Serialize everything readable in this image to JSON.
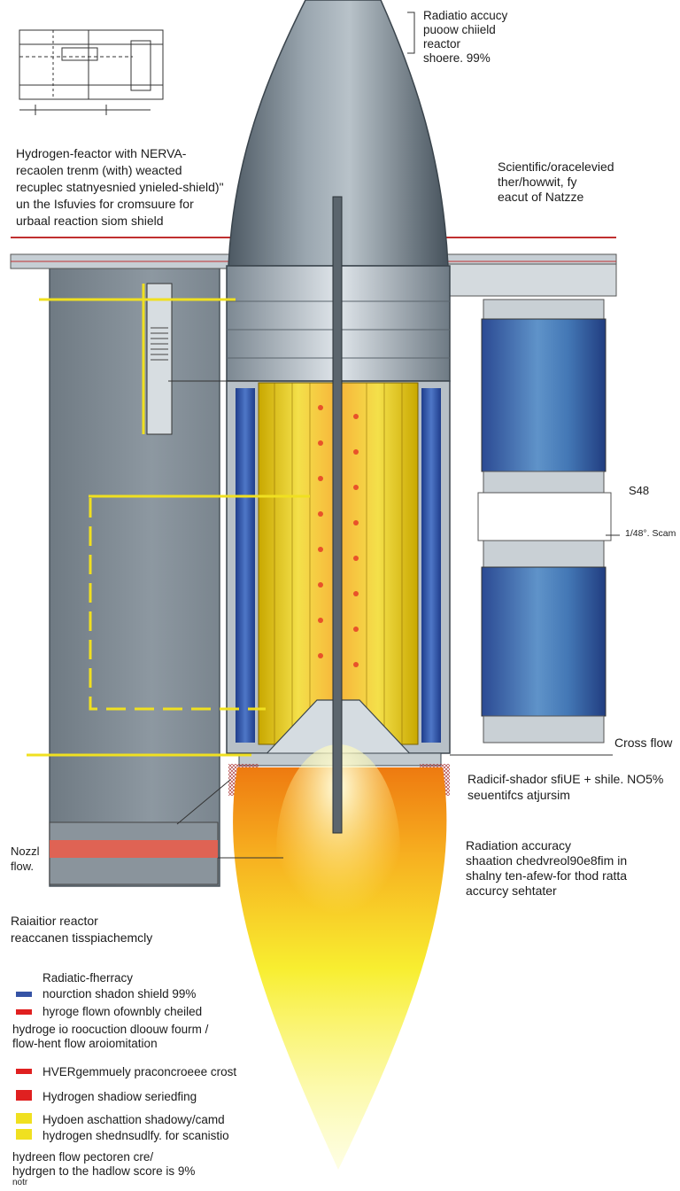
{
  "top_right_note": [
    "Radiatio accucy",
    "puoow chiield",
    "reactor",
    "shoere. 99%"
  ],
  "left_intro": [
    "Hydrogen-feactor with NERVA-",
    "recaolen trenm (with) weacted",
    "recuplec statnyesnied ynieled-shield)\"",
    "un the Isfuvies for cromsuure for",
    "urbaal reaction siom shield"
  ],
  "right_intro": [
    "Scientific/oracelevied",
    "ther/howwit, fy",
    "eacut of Natzze"
  ],
  "dimension_main": "S48",
  "dimension_sub": "1/48°. Scam",
  "cross_flow": "Cross flow",
  "mid_right_note": [
    "Radicif-shador sfiUE + shile. NO5%",
    "seuentifcs atjursim"
  ],
  "nozzle_label": [
    "Nozzl",
    "flow."
  ],
  "lower_right_note": [
    "Radiation accuracy",
    "shaation chedvreol90e8fim in",
    "shalny ten-afew-for thod ratta",
    "accurcy sehtater"
  ],
  "lower_left_note": [
    "Raiaitior reactor",
    "reaccanen tisspiachemcly"
  ],
  "legend": {
    "heading": "Radiatic-fherracy",
    "items": [
      {
        "color": "#3553a5",
        "label": "nourction shadon shield 99%"
      },
      {
        "color": "#e02020",
        "label": "hyroge flown ofownbly cheiled"
      }
    ],
    "paragraph": [
      "hydroge io roocuction dloouw fourm /",
      "flow-hent flow aroiomitation"
    ],
    "items2": [
      {
        "color": "#e02020",
        "label": "HVERgemmuely praconcroeee crost"
      },
      {
        "color": "#e02020",
        "label": "Hydrogen shadiow seriedfing"
      },
      {
        "color": "#f0e020",
        "label": "Hydoen aschattion shadowy/camd"
      },
      {
        "color": "#f0e020",
        "label": "hydrogen shednsudlfy. for scanistio"
      }
    ]
  },
  "footer_note": [
    "hydreen flow pectoren cre/",
    "hydrgen to the hadlow score is 9%",
    "notr"
  ]
}
